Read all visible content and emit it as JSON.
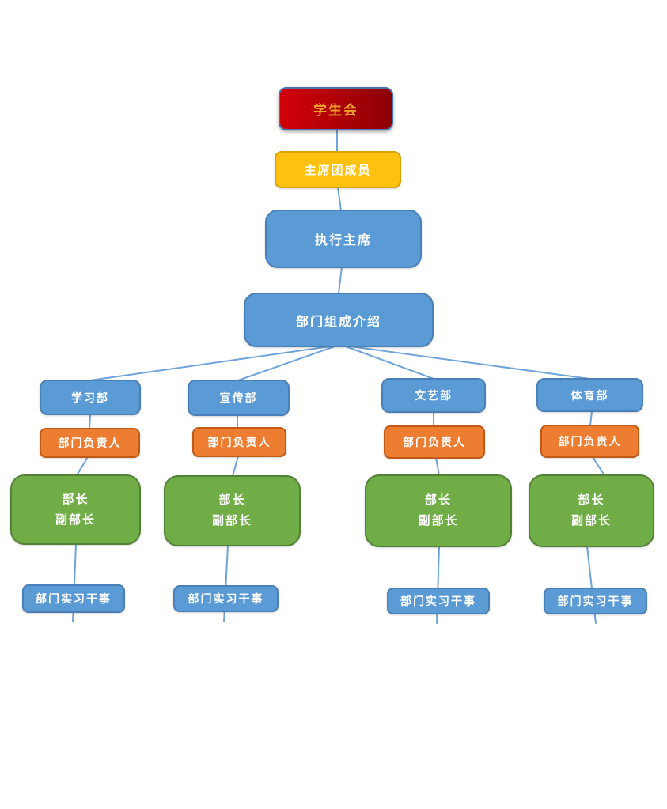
{
  "chart": {
    "type": "org-chart",
    "nodes": {
      "root": "学生会",
      "level2": "主席团成员",
      "level3": "执行主席",
      "level4": "部门组成介绍"
    },
    "branches": [
      {
        "dept": "学习部",
        "head": "部门负责人",
        "leader": "部长",
        "deputy": "副部长",
        "intern": "部门实习干事"
      },
      {
        "dept": "宣传部",
        "head": "部门负责人",
        "leader": "部长",
        "deputy": "副部长",
        "intern": "部门实习干事"
      },
      {
        "dept": "文艺部",
        "head": "部门负责人",
        "leader": "部长",
        "deputy": "副部长",
        "intern": "部门实习干事"
      },
      {
        "dept": "体育部",
        "head": "部门负责人",
        "leader": "部长",
        "deputy": "副部长",
        "intern": "部门实习干事"
      }
    ],
    "colors": {
      "red_start": "#d30008",
      "red_end": "#8b0004",
      "red_border": "#4a72a8",
      "red_text": "#eea22d",
      "yellow": "#ffc110",
      "yellow_border": "#d9a400",
      "blue": "#5b9bd5",
      "blue_border": "#4a80b8",
      "orange": "#ed7d31",
      "orange_border": "#c05a15",
      "green": "#70ad47",
      "green_border": "#538135",
      "connector": "#6fa3da",
      "text": "#ffffff"
    }
  }
}
